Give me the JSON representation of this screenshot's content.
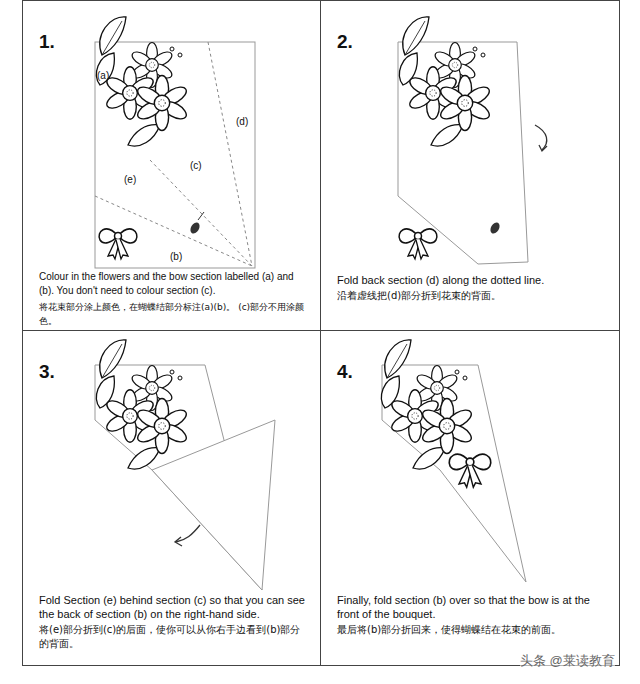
{
  "diagram": {
    "nodes": [
      {
        "text": [
          "1.",
          "Colour in the flowers and the bow section labelled (a) and (b). You don't need to colour section (c).",
          "将花束部分涂上颜色，在蝴蝶结部分标注(a)(b)。 (c)部分不用涂颜色。"
        ]
      },
      {
        "text": [
          "2.",
          "Fold back section (d) along the dotted line.",
          "沿着虚线把(d)部分折到花束的背面。"
        ]
      },
      {
        "text": [
          "3.",
          "Fold Section (e) behind section (c) so that you can see the back of section (b) on the right-hand side.",
          "将(e)部分折到(c)的后面，使你可以从你右手边看到(b)部分的背面。"
        ]
      },
      {
        "text": [
          "4.",
          "Finally, fold section (b) over so that the bow is at the front of the bouquet.",
          "最后将(b)部分折回来，使得蝴蝶结在花束的前面。"
        ]
      }
    ],
    "labels": [
      "(a)",
      "(d)",
      "(c)",
      "(e)",
      "(b)",
      "头条 @莱读教育"
    ]
  }
}
